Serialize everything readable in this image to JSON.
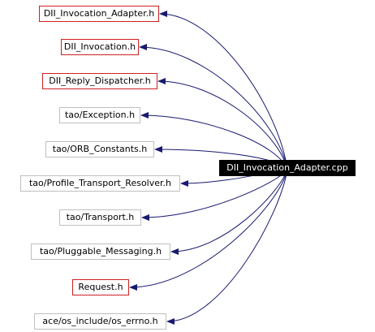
{
  "graph": {
    "root": {
      "label": "DII_Invocation_Adapter.cpp"
    },
    "includes": [
      {
        "label": "DII_Invocation_Adapter.h",
        "highlight": true
      },
      {
        "label": "DII_Invocation.h",
        "highlight": true
      },
      {
        "label": "DII_Reply_Dispatcher.h",
        "highlight": true
      },
      {
        "label": "tao/Exception.h",
        "highlight": false
      },
      {
        "label": "tao/ORB_Constants.h",
        "highlight": false
      },
      {
        "label": "tao/Profile_Transport_Resolver.h",
        "highlight": false
      },
      {
        "label": "tao/Transport.h",
        "highlight": false
      },
      {
        "label": "tao/Pluggable_Messaging.h",
        "highlight": false
      },
      {
        "label": "Request.h",
        "highlight": true
      },
      {
        "label": "ace/os_include/os_errno.h",
        "highlight": false
      }
    ]
  },
  "colors": {
    "edge": "#191970",
    "highlight_border": "#d02020",
    "normal_border": "#bfbfbf",
    "root_fill": "#000000",
    "root_text": "#ffffff"
  }
}
